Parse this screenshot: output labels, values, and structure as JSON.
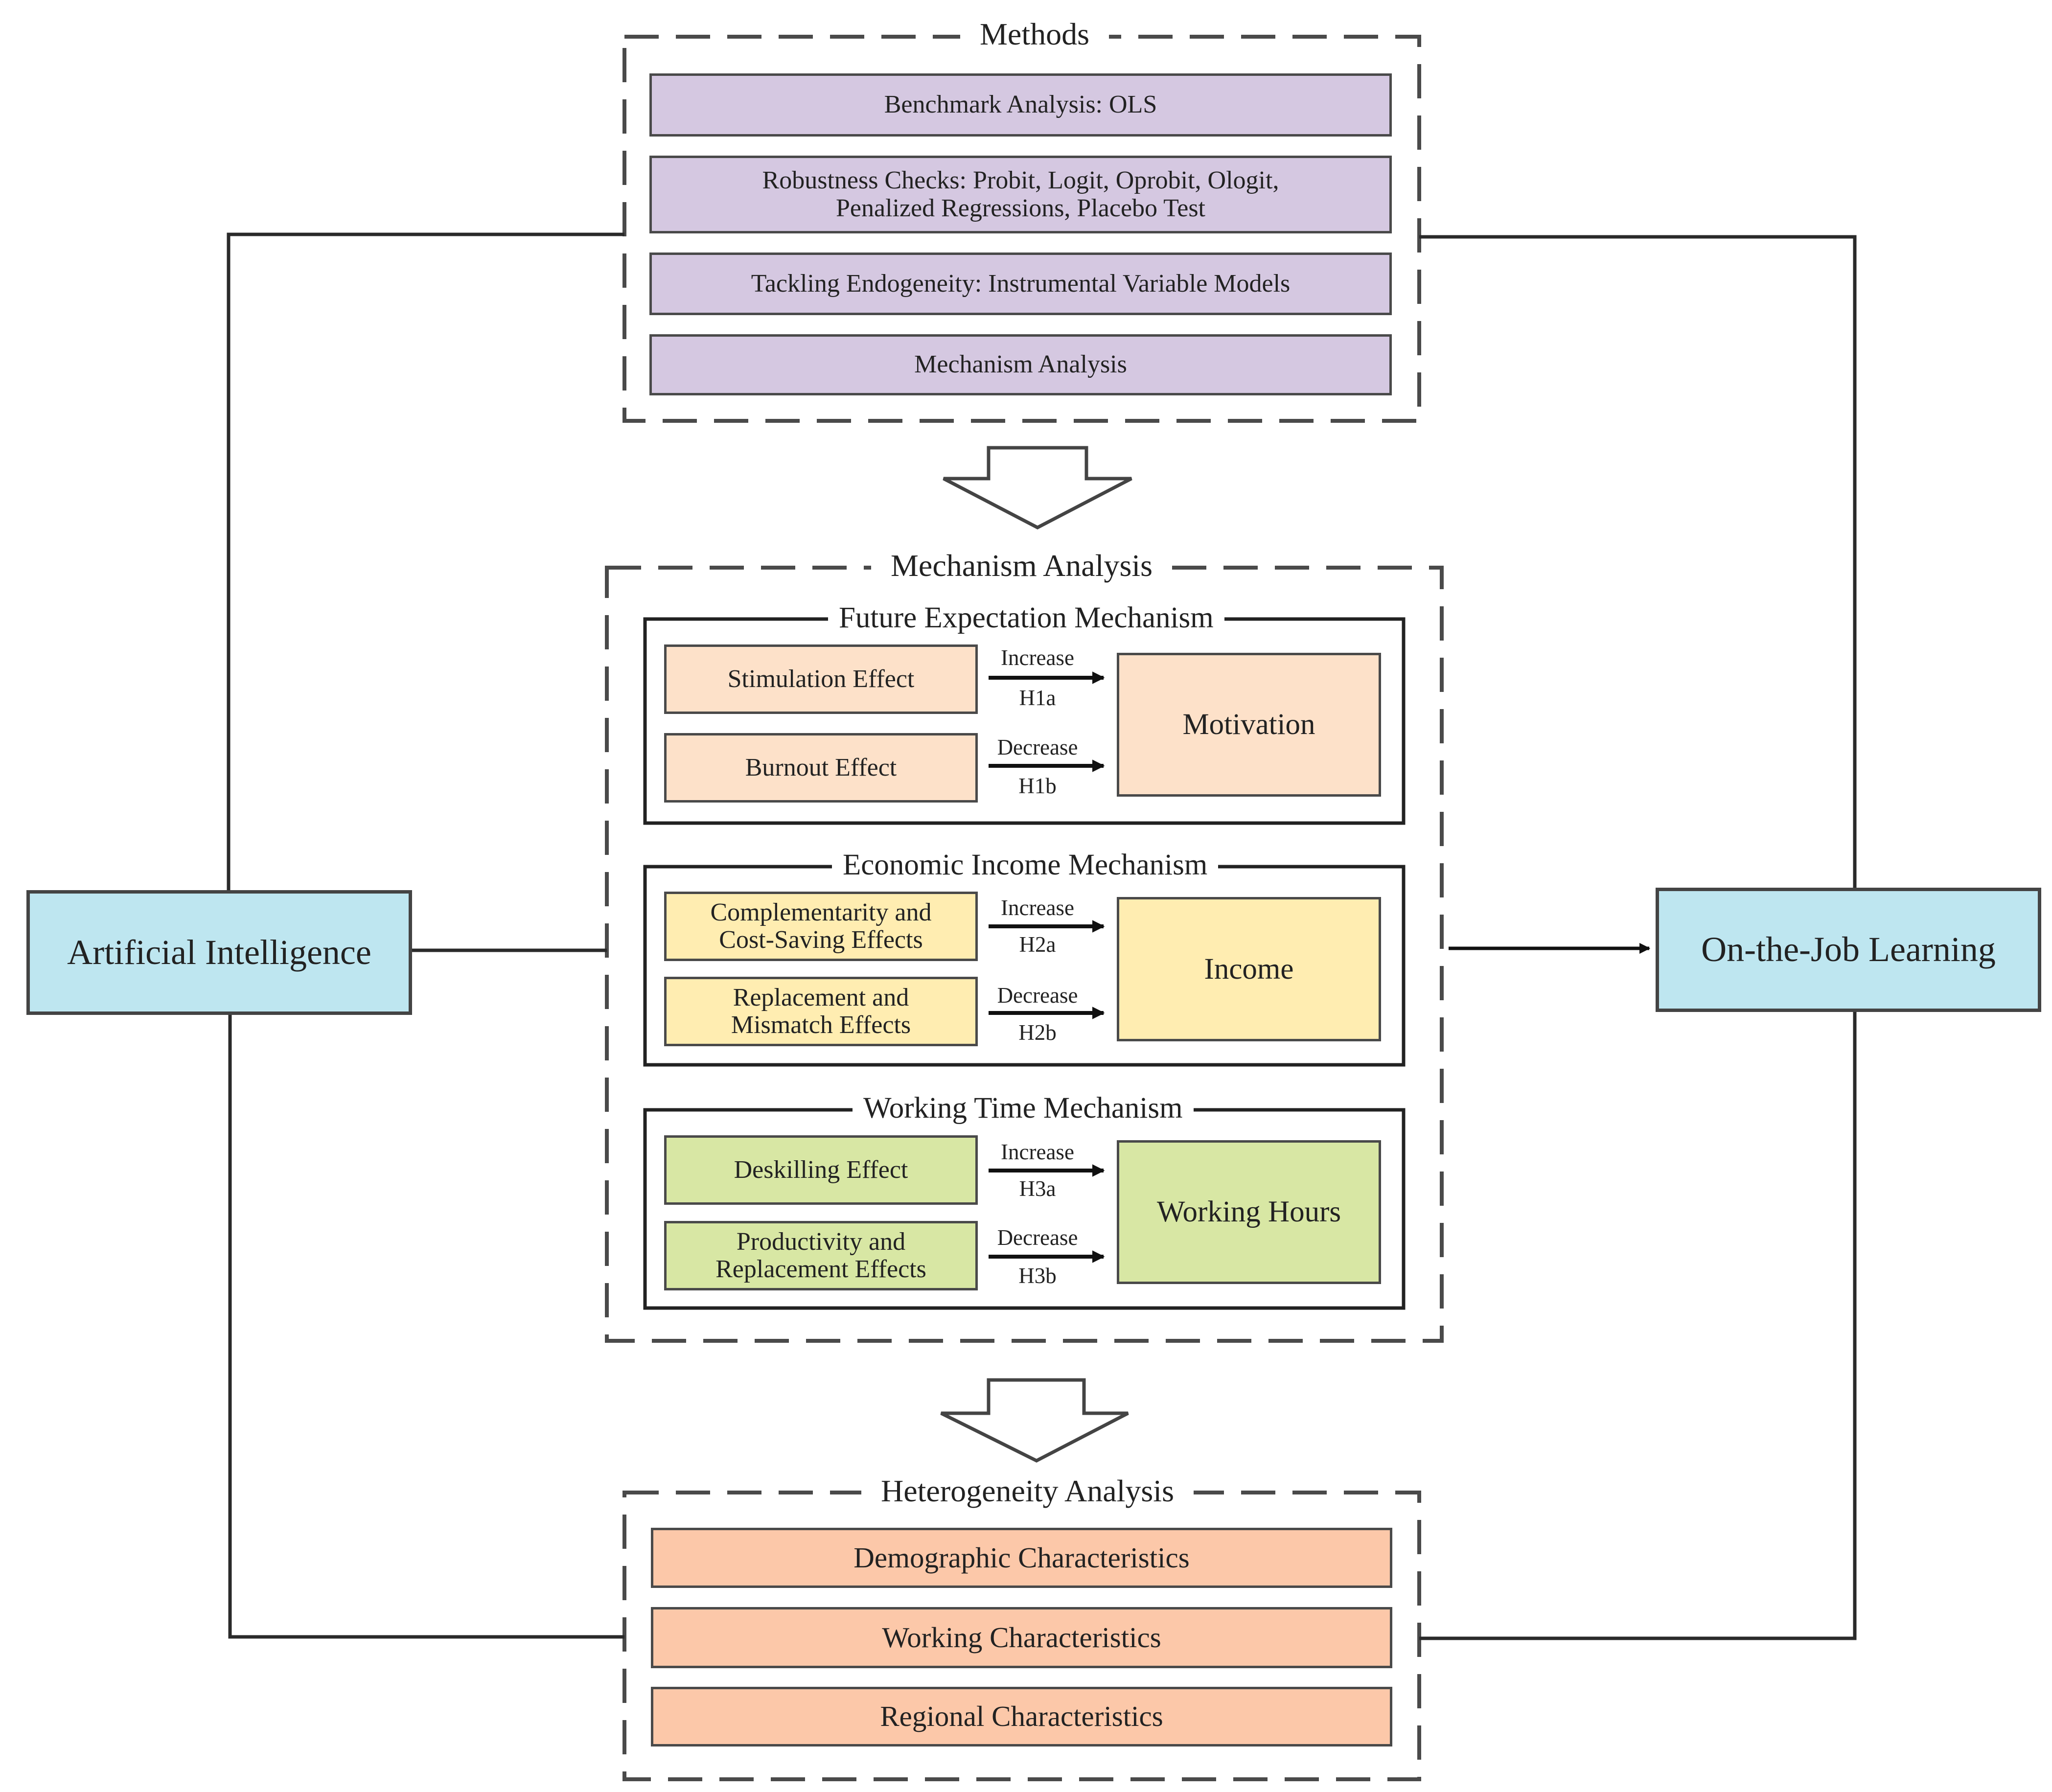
{
  "colors": {
    "methods_box": "#d5c8e1",
    "expectation_box": "#fde1c9",
    "income_box": "#ffedb1",
    "working_time_box": "#d8e7a4",
    "heterogeneity_box": "#fcc8a9",
    "endpoint_box": "#bee6f0",
    "line": "#2a2a2a",
    "dashed_border": "#4a4a4a"
  },
  "input_node": "Artificial Intelligence",
  "output_node": "On-the-Job Learning",
  "methods": {
    "title": "Methods",
    "items": [
      "Benchmark Analysis: OLS",
      "Robustness Checks: Probit, Logit, Oprobit, Ologit,\nPenalized Regressions, Placebo Test",
      "Tackling Endogeneity: Instrumental Variable Models",
      "Mechanism Analysis"
    ]
  },
  "mechanism_analysis": {
    "title": "Mechanism Analysis",
    "groups": [
      {
        "title": "Future Expectation Mechanism",
        "effects": [
          {
            "label": "Stimulation Effect",
            "direction": "Increase",
            "hypothesis": "H1a"
          },
          {
            "label": "Burnout Effect",
            "direction": "Decrease",
            "hypothesis": "H1b"
          }
        ],
        "outcome": "Motivation"
      },
      {
        "title": "Economic Income Mechanism",
        "effects": [
          {
            "label": "Complementarity and\nCost-Saving Effects",
            "direction": "Increase",
            "hypothesis": "H2a"
          },
          {
            "label": "Replacement and\nMismatch Effects",
            "direction": "Decrease",
            "hypothesis": "H2b"
          }
        ],
        "outcome": "Income"
      },
      {
        "title": "Working Time Mechanism",
        "effects": [
          {
            "label": "Deskilling Effect",
            "direction": "Increase",
            "hypothesis": "H3a"
          },
          {
            "label": "Productivity and\nReplacement Effects",
            "direction": "Decrease",
            "hypothesis": "H3b"
          }
        ],
        "outcome": "Working Hours"
      }
    ]
  },
  "heterogeneity": {
    "title": "Heterogeneity Analysis",
    "items": [
      "Demographic Characteristics",
      "Working Characteristics",
      "Regional Characteristics"
    ]
  }
}
